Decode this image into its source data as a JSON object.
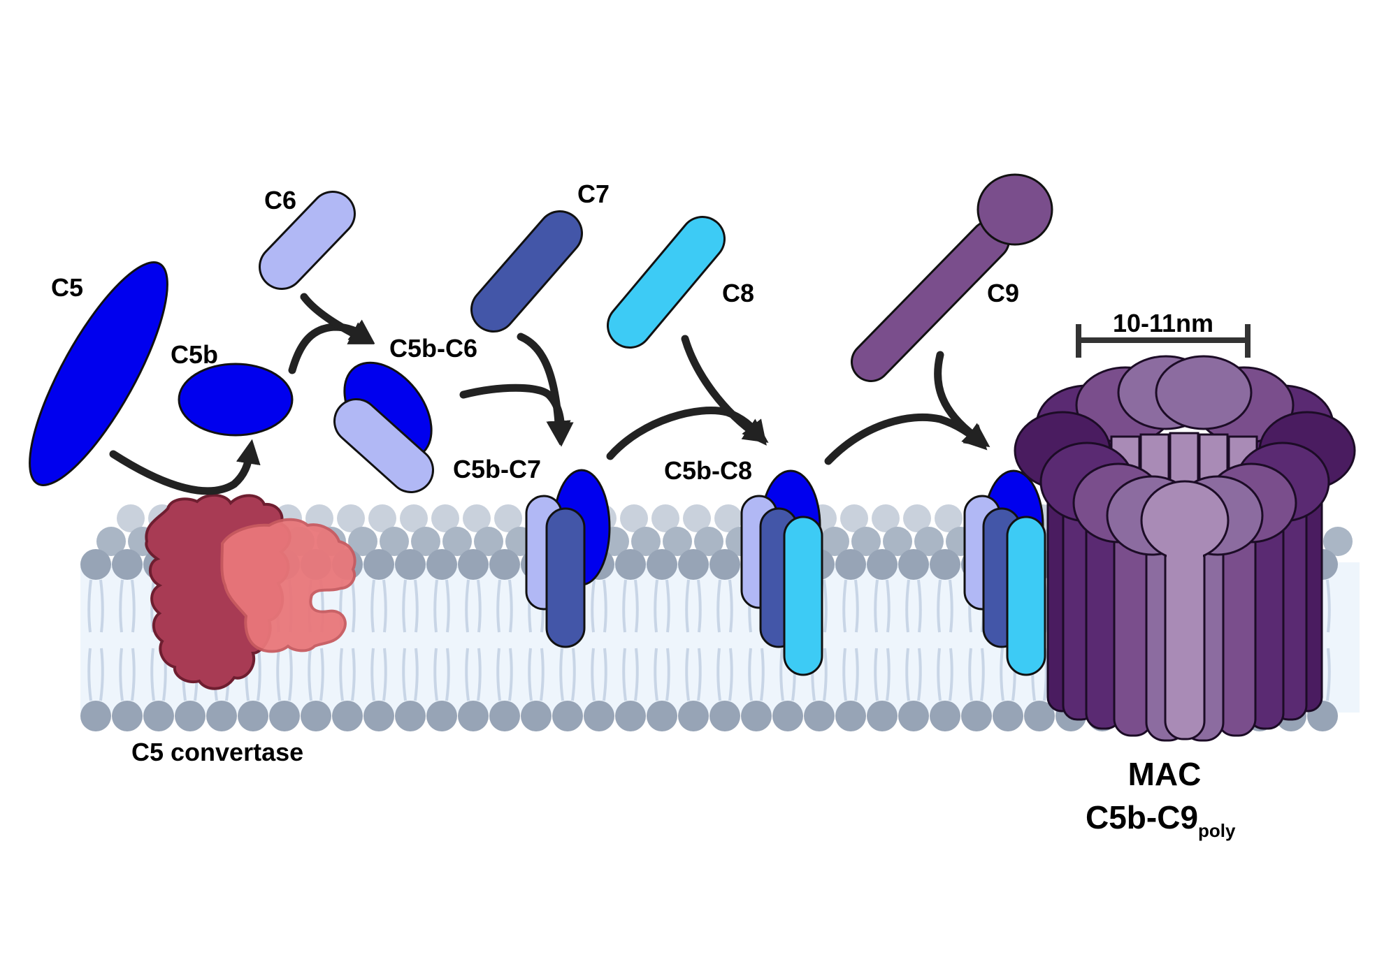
{
  "labels": {
    "c5": "C5",
    "c5b": "C5b",
    "c6": "C6",
    "c5b_c6": "C5b-C6",
    "c7": "C7",
    "c5b_c7": "C5b-C7",
    "c8": "C8",
    "c5b_c8": "C5b-C8",
    "c9": "C9",
    "size": "10-11nm",
    "convertase": "C5 convertase",
    "mac": "MAC",
    "mac_formula": "C5b-C9",
    "mac_subscript": "poly"
  },
  "colors": {
    "c5": "#0000ee",
    "c6": "#b1b8f5",
    "c7": "#4356a8",
    "c8": "#3dcbf5",
    "c9": "#7a4e8c",
    "convertase_dark": "#a83b54",
    "convertase_light": "#e9777a",
    "membrane_head": "#9aa8b8",
    "membrane_core": "#eef5fc",
    "pore_dark": "#5a2a72",
    "pore_light": "#a98bb6"
  }
}
